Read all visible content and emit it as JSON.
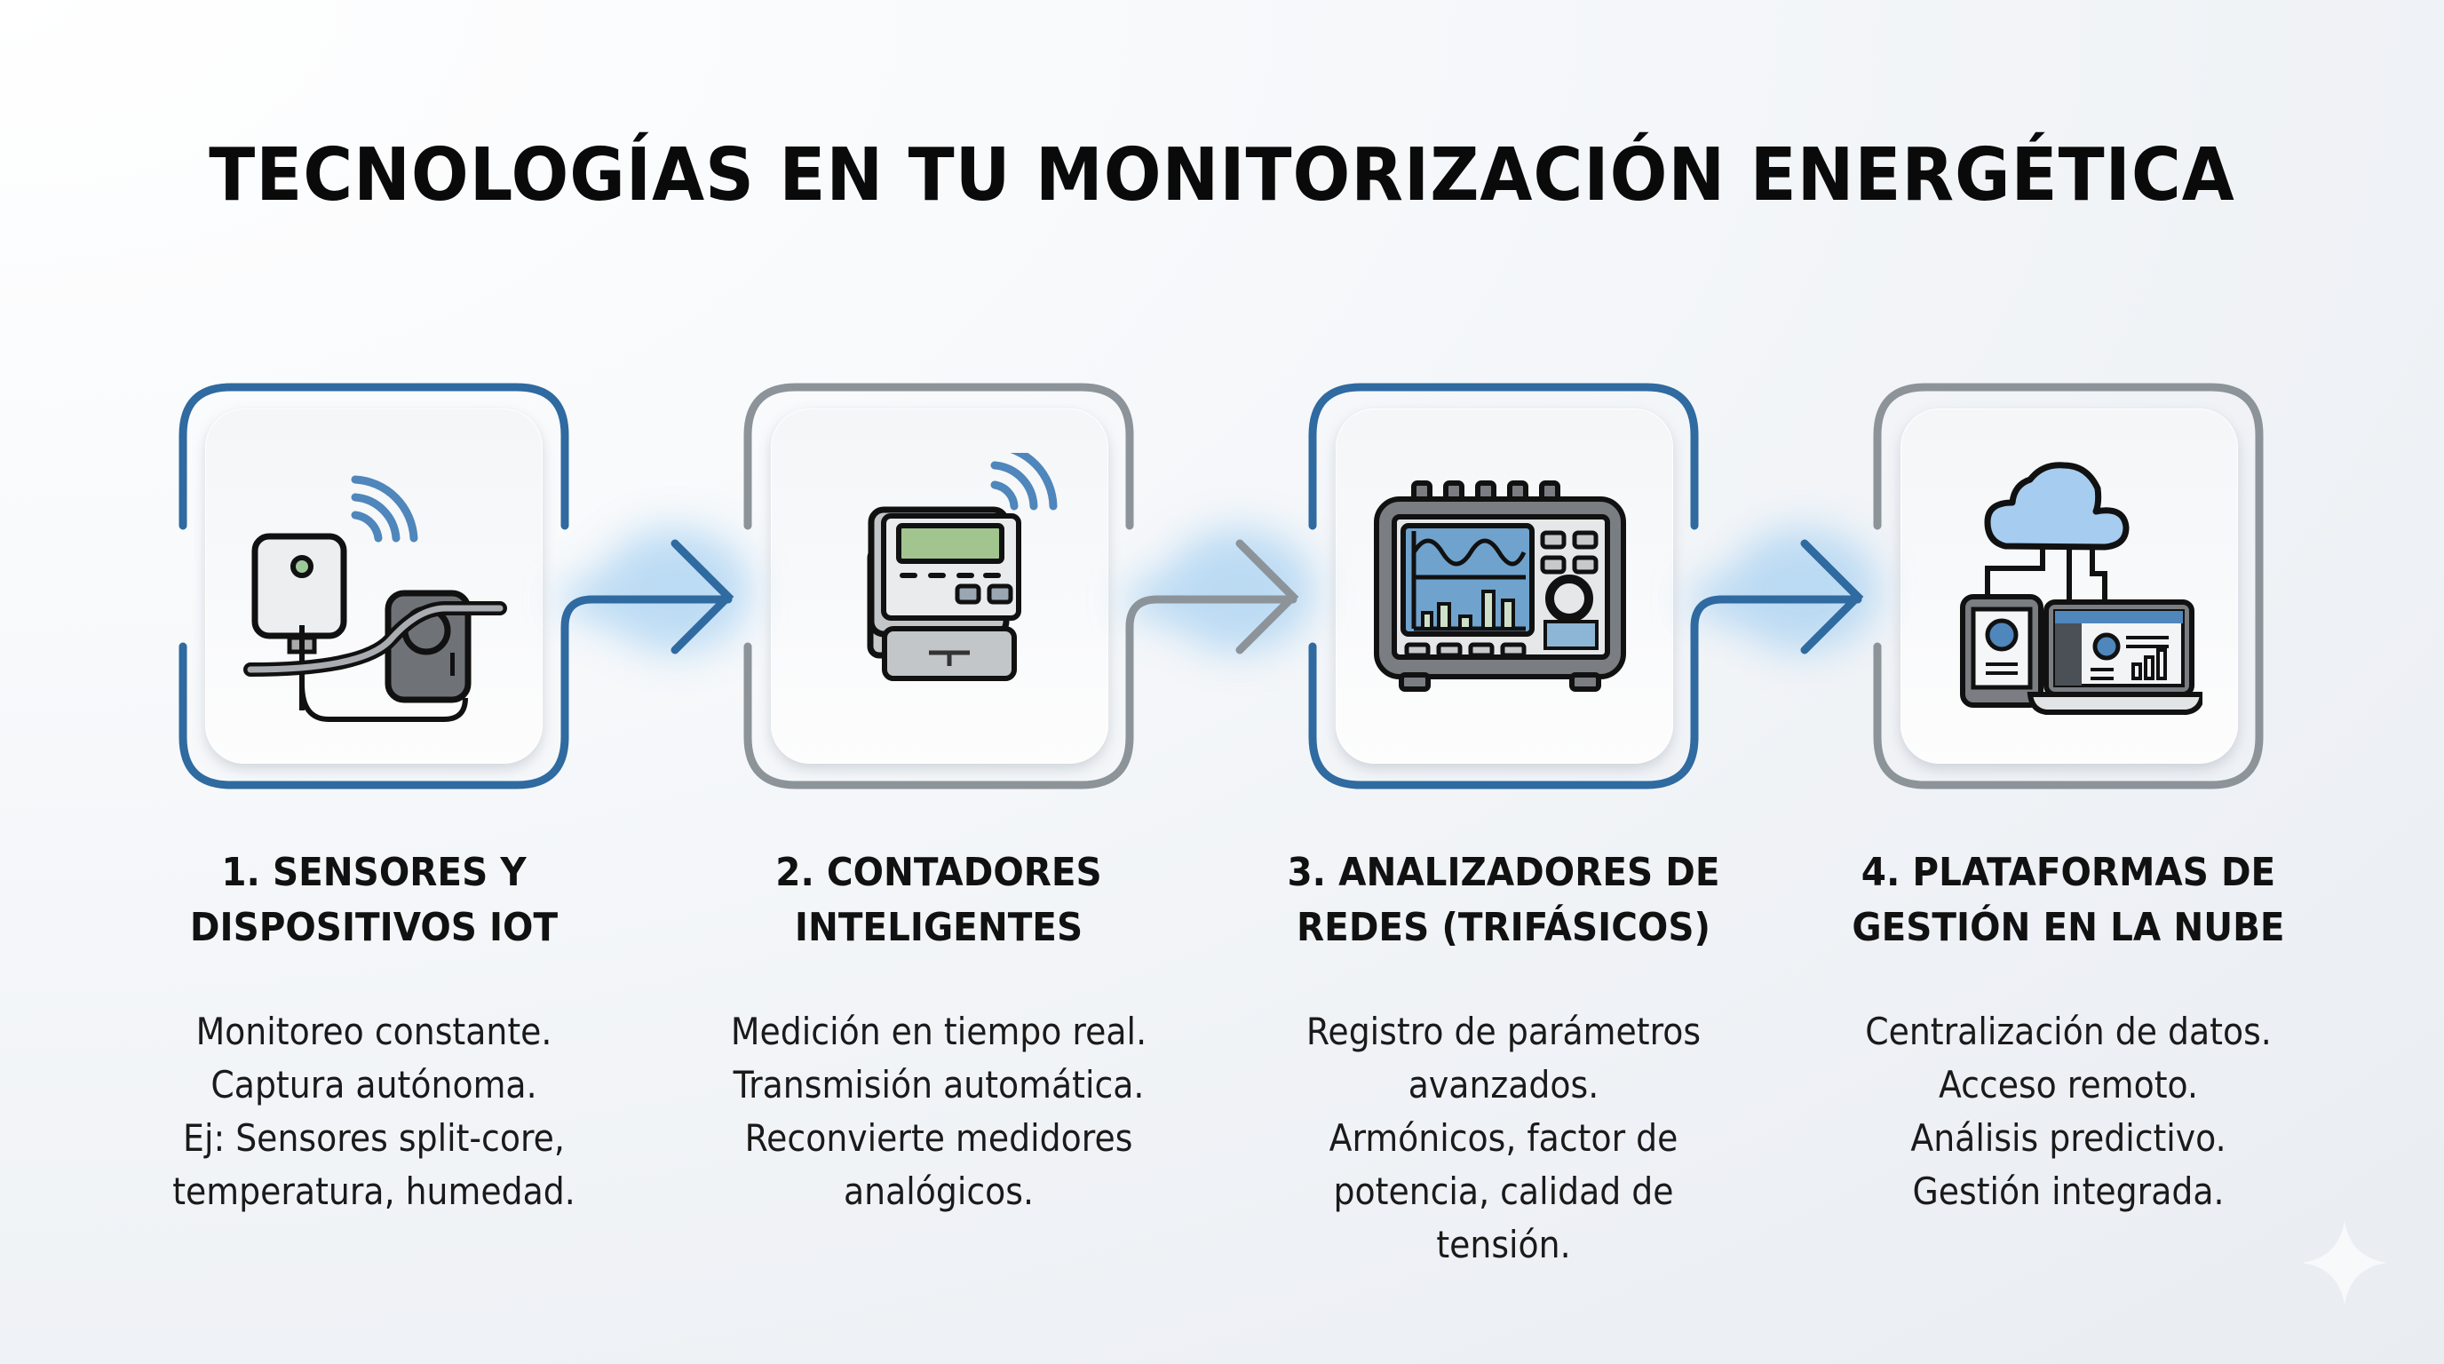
{
  "title": "TECNOLOGÍAS EN TU MONITORIZACIÓN ENERGÉTICA",
  "colors": {
    "accent_blue": "#2f6aa0",
    "frame_gray": "#8c9399",
    "glow_blue": "#a9d2f2",
    "text": "#111111",
    "background": "#eef1f5"
  },
  "steps": [
    {
      "number": "1",
      "heading_lines": [
        "1. SENSORES Y",
        "DISPOSITIVOS IOT"
      ],
      "icon": "iot-sensor-split-core-clamp-icon",
      "frame_color": "blue",
      "body_lines": [
        "Monitoreo constante.",
        "Captura autónoma.",
        "Ej:  Sensores split-core,",
        "temperatura, humedad."
      ]
    },
    {
      "number": "2",
      "heading_lines": [
        "2. CONTADORES",
        "INTELIGENTES"
      ],
      "icon": "smart-meter-icon",
      "frame_color": "gray",
      "body_lines": [
        "Medición en tiempo real.",
        "Transmisión automática.",
        "Reconvierte medidores",
        "analógicos."
      ]
    },
    {
      "number": "3",
      "heading_lines": [
        "3. ANALIZADORES DE",
        "REDES (TRIFÁSICOS)"
      ],
      "icon": "network-analyzer-icon",
      "frame_color": "blue",
      "body_lines": [
        "Registro de parámetros",
        "avanzados.",
        "Armónicos, factor de",
        "potencia, calidad de",
        "tensión."
      ]
    },
    {
      "number": "4",
      "heading_lines": [
        "4. PLATAFORMAS DE",
        "GESTIÓN EN LA NUBE"
      ],
      "icon": "cloud-platform-devices-icon",
      "frame_color": "gray",
      "body_lines": [
        "Centralización de datos.",
        "Acceso remoto.",
        "Análisis predictivo.",
        "Gestión integrada."
      ]
    }
  ],
  "arrows": [
    {
      "from": 1,
      "to": 2,
      "color": "blue"
    },
    {
      "from": 2,
      "to": 3,
      "color": "gray"
    },
    {
      "from": 3,
      "to": 4,
      "color": "blue"
    }
  ],
  "watermark_icon": "sparkle-icon"
}
